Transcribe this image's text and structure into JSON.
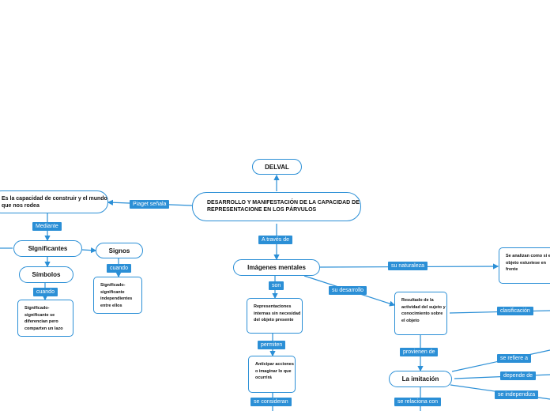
{
  "nodes": {
    "delval": "DELVAL",
    "root": "DESARROLLO Y MANIFESTACIÓN DE LA CAPACIDAD DE REPRESENTACIONE EN LOS PÁRVULOS",
    "capacidad": "Es la capacidad de construir y el mundo que nos rodea",
    "significantes": "SIgnificantes",
    "signos": "Signos",
    "simbolos": "Símbolos",
    "sig_indep": "Significado-significante independientes entre ellos",
    "sig_dif": "Significado-significante se diferencian pero comparten un lazo",
    "imagenes": "Imágenes mentales",
    "representaciones": "Representaciones internas sin necesidad del objeto presente",
    "anticipar": "Anticipar acciones o imaginar lo que ocurrirá",
    "resultado": "Resultado de la actividad del sujeto y conocimiento sobre el objeto",
    "analizan": "Se analizan como si el objeto estuviese en frente",
    "imitacion": "La imitación"
  },
  "labels": {
    "piaget": "Piaget señala",
    "mediante": "Mediante",
    "cuando1": "cuando",
    "cuando2": "cuando",
    "atraves": "A través de",
    "son": "son",
    "naturaleza": "su naturaleza",
    "desarrollo": "su desarrollo",
    "permiten": "permiten",
    "consideran": "se consideran",
    "provienen": "provienen de",
    "clasificacion": "clasificación",
    "refiere": "se refiere a",
    "depende": "depende de",
    "independiza": "se independiza",
    "relaciona": "se relaciona con"
  },
  "colors": {
    "accent": "#2b8fd6"
  }
}
